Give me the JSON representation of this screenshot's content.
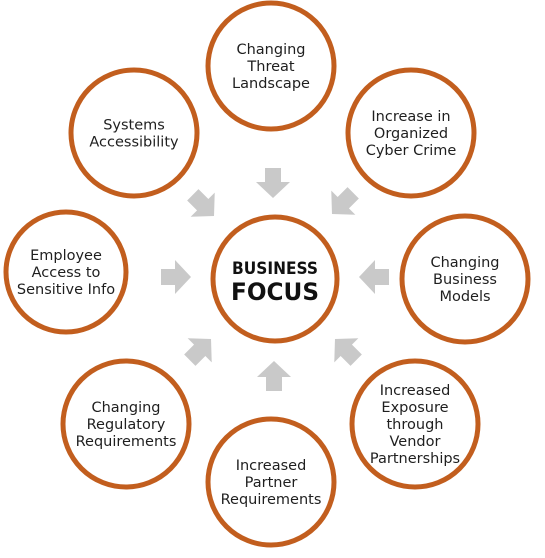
{
  "colors": {
    "ring": "#c25e1e",
    "arrow": "#c9c9c9",
    "text": "#1f1f1f",
    "center_text": "#111111",
    "background": "#ffffff"
  },
  "center": {
    "line1": "BUSINESS",
    "line2": "FOCUS"
  },
  "nodes": [
    {
      "id": "changing-threat-landscape",
      "lines": [
        "Changing",
        "Threat",
        "Landscape"
      ]
    },
    {
      "id": "increase-organized-cyber-crime",
      "lines": [
        "Increase in",
        "Organized",
        "Cyber Crime"
      ]
    },
    {
      "id": "changing-business-models",
      "lines": [
        "Changing",
        "Business",
        "Models"
      ]
    },
    {
      "id": "increased-exposure-vendor",
      "lines": [
        "Increased",
        "Exposure",
        "through",
        "Vendor",
        "Partnerships"
      ]
    },
    {
      "id": "increased-partner-requirements",
      "lines": [
        "Increased",
        "Partner",
        "Requirements"
      ]
    },
    {
      "id": "changing-regulatory-requirements",
      "lines": [
        "Changing",
        "Regulatory",
        "Requirements"
      ]
    },
    {
      "id": "employee-access-sensitive-info",
      "lines": [
        "Employee",
        "Access to",
        "Sensitive Info"
      ]
    },
    {
      "id": "systems-accessibility",
      "lines": [
        "Systems",
        "Accessibility"
      ]
    }
  ]
}
